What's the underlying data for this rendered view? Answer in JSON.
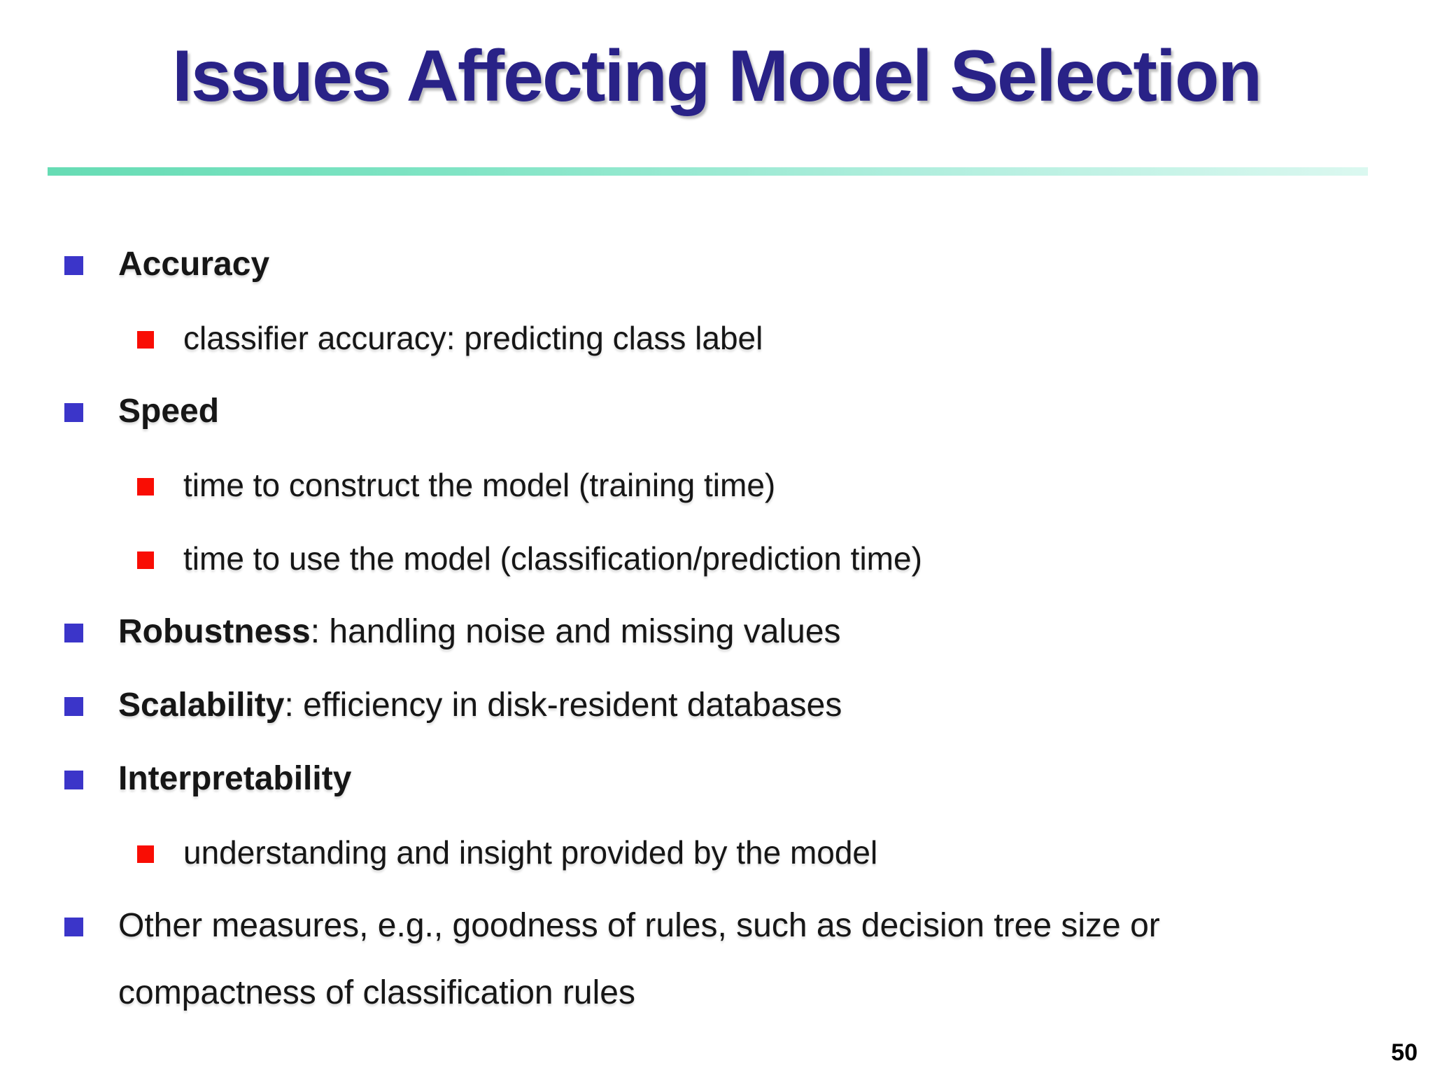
{
  "slide": {
    "title": "Issues Affecting Model Selection",
    "page_number": "50",
    "colors": {
      "title_color": "#292287",
      "bullet_l1": "#3B35C9",
      "bullet_l2": "#F90D04",
      "rule_start": "#66DCB4",
      "rule_end": "#DBF8F0",
      "text_color": "#161616"
    },
    "items": [
      {
        "level": 1,
        "bold": "Accuracy",
        "rest": ""
      },
      {
        "level": 2,
        "bold": "",
        "rest": "classifier accuracy: predicting class label"
      },
      {
        "level": 1,
        "bold": "Speed",
        "rest": ""
      },
      {
        "level": 2,
        "bold": "",
        "rest": "time to construct the model (training time)"
      },
      {
        "level": 2,
        "bold": "",
        "rest": "time to use the model (classification/prediction time)"
      },
      {
        "level": 1,
        "bold": "Robustness",
        "rest": ": handling noise and missing values"
      },
      {
        "level": 1,
        "bold": "Scalability",
        "rest": ": efficiency in disk-resident databases"
      },
      {
        "level": 1,
        "bold": "Interpretability",
        "rest": ""
      },
      {
        "level": 2,
        "bold": "",
        "rest": "understanding and insight provided by the model"
      },
      {
        "level": 1,
        "bold": "",
        "rest": "Other measures, e.g., goodness of rules, such as decision tree size or compactness of classification rules"
      }
    ]
  }
}
